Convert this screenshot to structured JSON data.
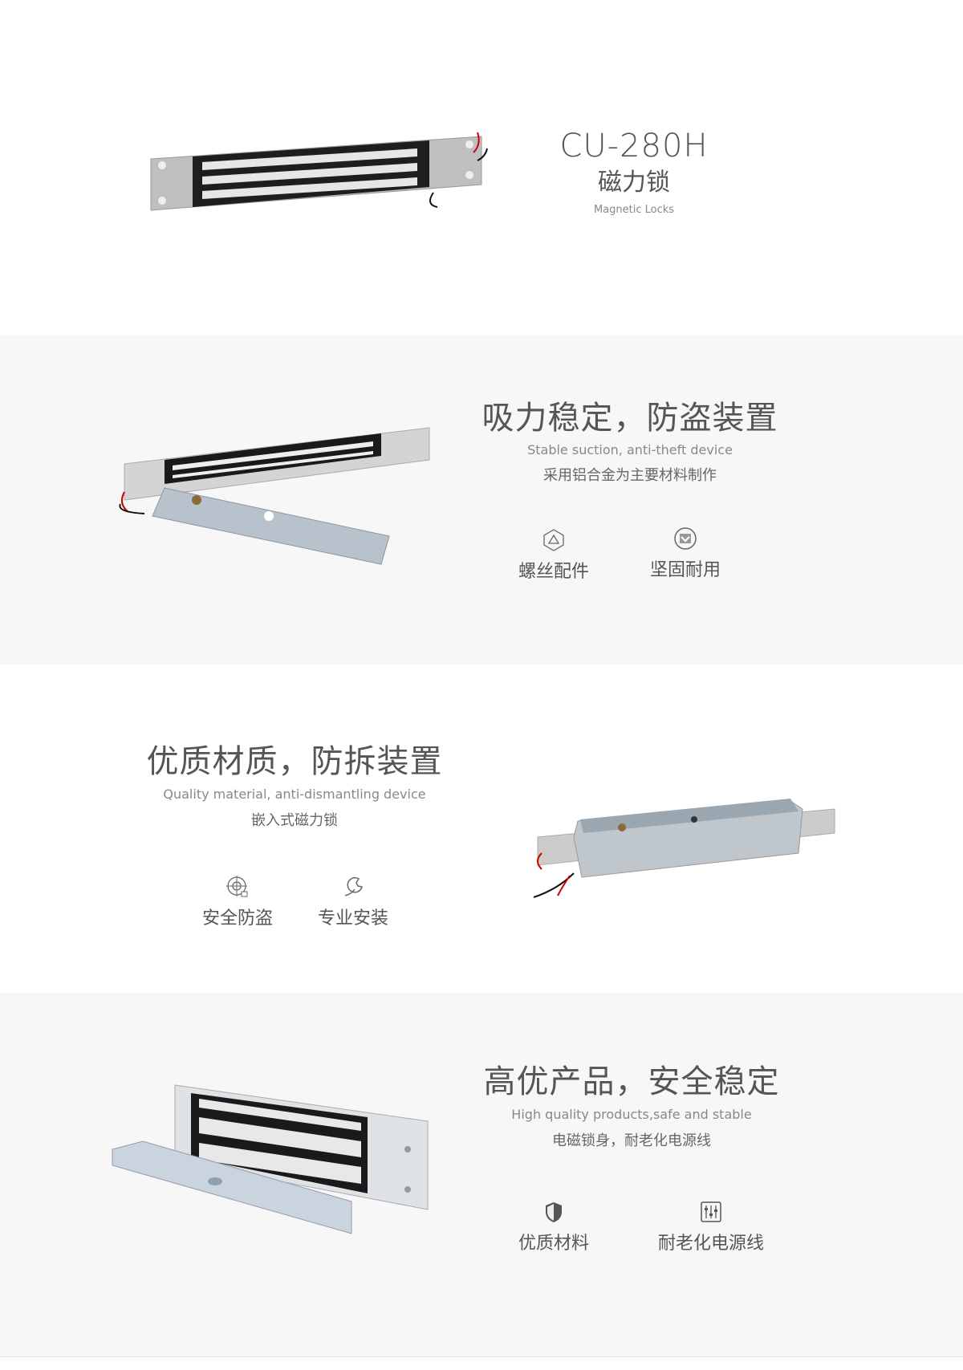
{
  "hero": {
    "model": "CU-280H",
    "name_zh": "磁力锁",
    "name_en": "Magnetic Locks"
  },
  "sections": [
    {
      "title": "吸力稳定，防盗装置",
      "subtitle": "Stable suction, anti-theft device",
      "desc": "采用铝合金为主要材料制作",
      "features": [
        {
          "icon": "hexagon-triangle-icon",
          "label": "螺丝配件"
        },
        {
          "icon": "shield-badge-icon",
          "label": "坚固耐用"
        }
      ]
    },
    {
      "title": "优质材质，防拆装置",
      "subtitle": "Quality material, anti-dismantling device",
      "desc": "嵌入式磁力锁",
      "features": [
        {
          "icon": "target-lock-icon",
          "label": "安全防盗"
        },
        {
          "icon": "wrench-icon",
          "label": "专业安装"
        }
      ]
    },
    {
      "title": "高优产品，安全稳定",
      "subtitle": "High quality products,safe and stable",
      "desc": "电磁锁身，耐老化电源线",
      "features": [
        {
          "icon": "shield-icon",
          "label": "优质材料"
        },
        {
          "icon": "sliders-icon",
          "label": "耐老化电源线"
        }
      ]
    }
  ]
}
